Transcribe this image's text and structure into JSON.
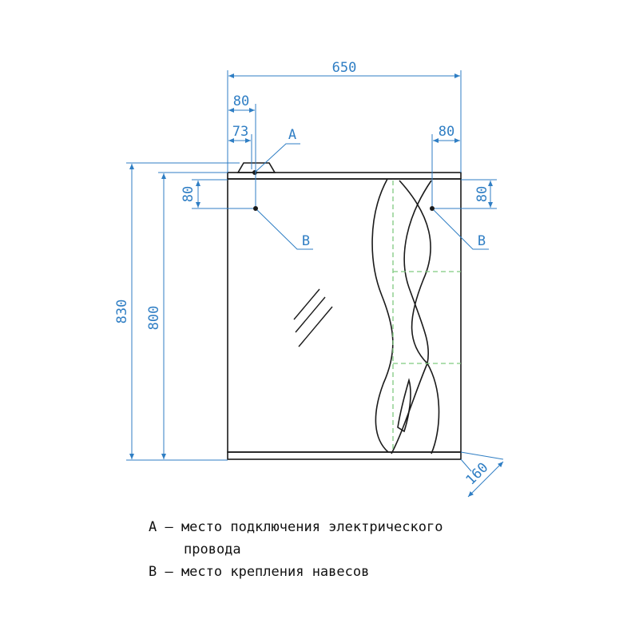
{
  "dimensions": {
    "overall_width": "650",
    "left_offset_outer": "80",
    "left_offset_inner": "73",
    "right_offset": "80",
    "left_vertical": "80",
    "right_vertical": "80",
    "total_height": "830",
    "body_height": "800",
    "depth": "160"
  },
  "callouts": {
    "a": "A",
    "b_left": "B",
    "b_right": "B"
  },
  "legend": {
    "line_a": "А – место подключения электрического",
    "line_a_cont": "провода",
    "line_b": "В – место крепления навесов"
  },
  "colors": {
    "dimension": "#2f7ec4",
    "outline": "#1a1a1a",
    "hidden": "#7fc97f"
  }
}
